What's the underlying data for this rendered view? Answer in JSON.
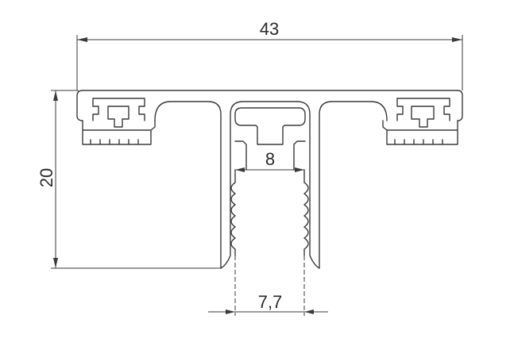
{
  "dimensions": {
    "overall_width": "43",
    "height": "20",
    "inner_width": "8",
    "groove_width": "7,7"
  },
  "colors": {
    "line": "#3a3a3a",
    "background": "#ffffff"
  }
}
